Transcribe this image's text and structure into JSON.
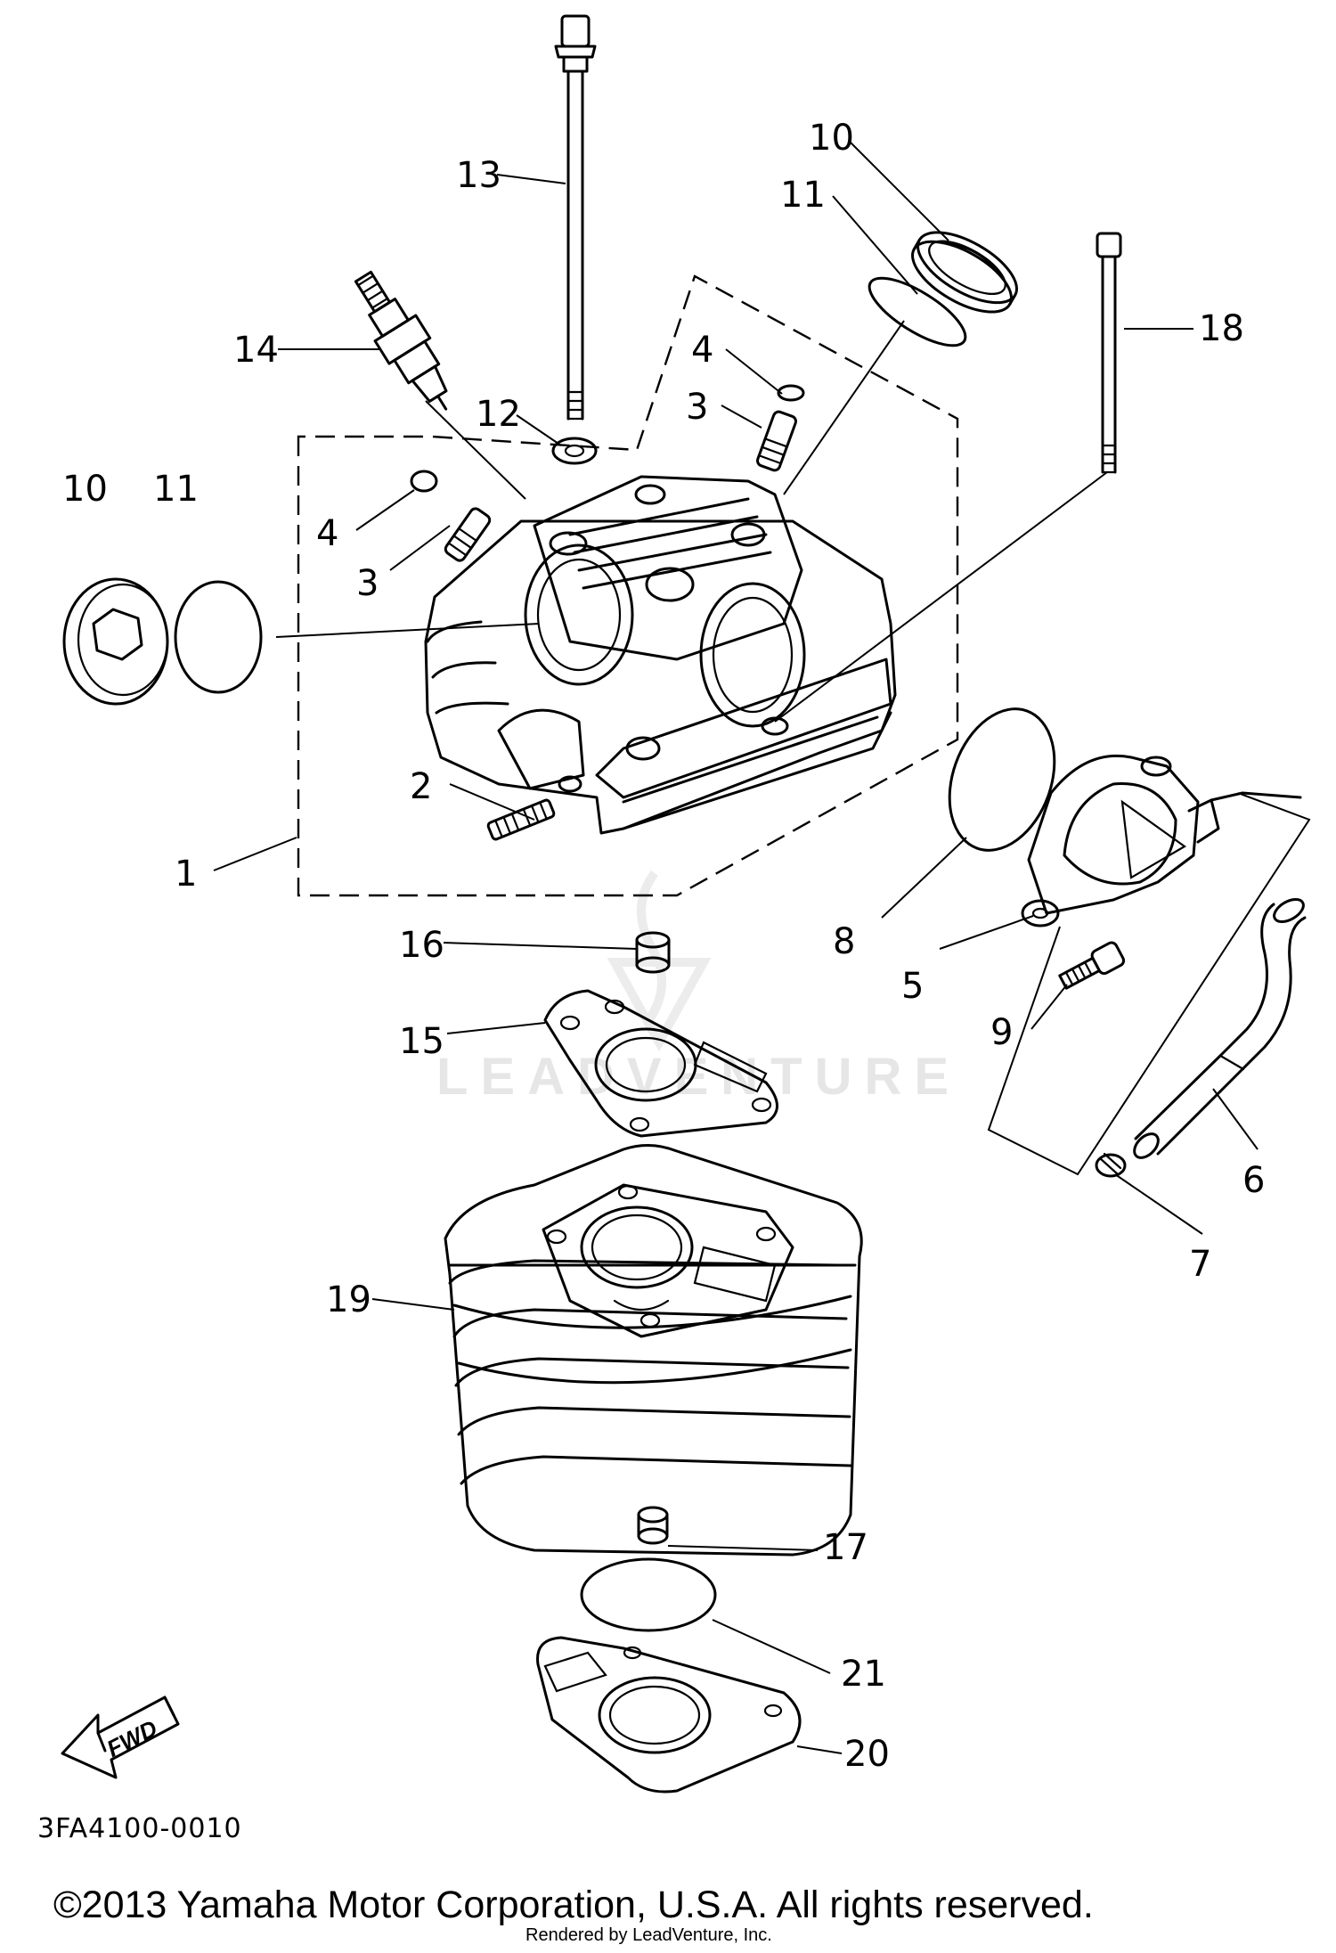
{
  "callouts": [
    "1",
    "2",
    "3",
    "3",
    "4",
    "4",
    "5",
    "6",
    "7",
    "8",
    "9",
    "10",
    "10",
    "11",
    "11",
    "12",
    "13",
    "14",
    "15",
    "16",
    "17",
    "18",
    "19",
    "20",
    "21"
  ],
  "direction_label": "FWD",
  "diagram_code": "3FA4100-0010",
  "watermark": "LEADVENTURE",
  "copyright": "©2013 Yamaha Motor Corporation, U.S.A. All rights reserved.",
  "rendered_by": "Rendered by LeadVenture, Inc."
}
